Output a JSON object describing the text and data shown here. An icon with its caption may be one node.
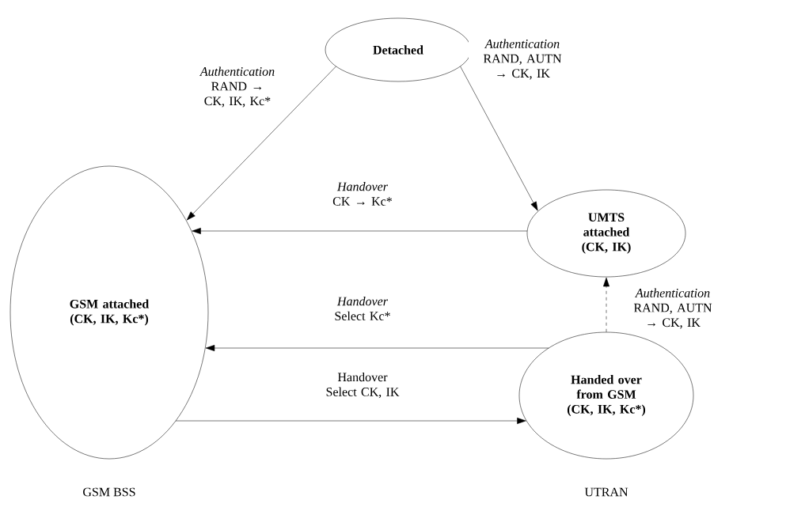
{
  "diagram": {
    "nodes": [
      {
        "text": [
          "Detached"
        ]
      },
      {
        "text": [
          "GSM attached (CK, IK, Kc*)"
        ]
      },
      {
        "text": [
          "UMTS attached (CK, IK)"
        ]
      },
      {
        "text": [
          "Handed over from GSM (CK, IK, Kc*)"
        ]
      }
    ],
    "edges": [
      {
        "from": 0,
        "to": 1,
        "arrow": "to",
        "label": "*Authentication* RAND → CK, IK, Kc*"
      },
      {
        "from": 0,
        "to": 2,
        "arrow": "to",
        "label": "*Authentication* RAND, AUTN → CK, IK"
      },
      {
        "from": 2,
        "to": 1,
        "arrow": "to",
        "label": "*Handover* CK → Kc*"
      },
      {
        "from": 3,
        "to": 1,
        "arrow": "to",
        "label": "*Handover* Select Kc*"
      },
      {
        "from": 1,
        "to": 3,
        "arrow": "to",
        "label": "Handover Select CK, IK"
      },
      {
        "from": 3,
        "to": 2,
        "arrow": "to",
        "style": "dashed",
        "label": "*Authentication* RAND, AUTN → CK, IK"
      }
    ],
    "labels": [
      "GSM BSS",
      "UTRAN"
    ]
  }
}
